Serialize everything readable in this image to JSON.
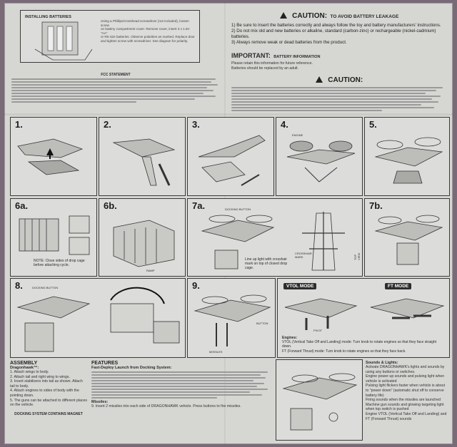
{
  "battery_install": {
    "title": "INSTALLING BATTERIES",
    "lines": [
      "Using a Phillips/crosshead screwdriver (not included), loosen screw",
      "on battery compartment cover. Remove cover, insert 3 x 1.5V \"AA\"",
      "or R6 size batteries. Observe polarities as marked. Replace door",
      "and tighten screw with screwdriver. See diagram for polarity."
    ]
  },
  "caution_top": {
    "title": "CAUTION:",
    "subtitle": "TO AVOID BATTERY LEAKAGE",
    "items": [
      "1) Be sure to insert the batteries correctly and always follow the toy and battery manufacturers' instructions.",
      "2) Do not mix old and new batteries or alkaline, standard (carbon-zinc) or rechargeable (nickel-cadmium) batteries.",
      "3) Always remove weak or dead batteries from the product."
    ]
  },
  "important": {
    "title": "IMPORTANT:",
    "subtitle": "BATTERY INFORMATION",
    "lines": [
      "Please retain this information for future reference.",
      "Batteries should be replaced by an adult."
    ]
  },
  "caution_second": {
    "title": "CAUTION:"
  },
  "fcc": {
    "title": "FCC STATEMENT"
  },
  "steps": {
    "s1": "1.",
    "s2": "2.",
    "s3": "3.",
    "s4": "4.",
    "s5": "5.",
    "s6a": "6a.",
    "s6b": "6b.",
    "s7a": "7a.",
    "s7b": "7b.",
    "s8": "8.",
    "s9": "9."
  },
  "labels": {
    "note6a": "NOTE: Close sides of drop cage before attaching cycle.",
    "note7a": "Line up light with crosshair mark on top of closed drop cage.",
    "docking_button_7a": "DOCKING BUTTON",
    "docking_button_8": "DOCKING BUTTON",
    "crosshair": "CROSSHAIR MARK",
    "top_view": "TOP VIEW",
    "button9": "BUTTON",
    "missiles": "MISSILES",
    "engine": "ENGINE",
    "pivot": "PIVOT",
    "ramp": "RAMP"
  },
  "modes": {
    "vtol": "VTOL MODE",
    "ft": "FT MODE",
    "engines_title": "Engines:",
    "vtol_desc": "VTOL (Vertical Take Off and Landing) mode: Turn knob to rotate engines so that they face straight down.",
    "ft_desc": "FT (Forward Thrust) mode: Turn knob to rotate engines so that they face back."
  },
  "assembly": {
    "title": "ASSEMBLY",
    "subtitle": "Dragonhawk™:",
    "items": [
      "1. Attach wings to body.",
      "2. Attach tail and right wing to wings.",
      "3. Insert stabilizers into tail as shown. Attach tail to body.",
      "4. Attach engines to sides of body with the pointing down.",
      "5. The guns can be attached to different places on the vehicle."
    ],
    "docking_label": "DOCKING SYSTEM CONTAINS MAGNET"
  },
  "features": {
    "title": "FEATURES",
    "subtitle": "Fast-Deploy Launch from Docking System:",
    "missiles_title": "Missiles:",
    "missiles_text": "9. Insert 2 missiles into each side of DRAGONHAWK vehicle. Press buttons to fire missiles."
  },
  "sounds": {
    "title": "Sounds & Lights:",
    "items": [
      "Activate DRAGONHAWK's lights and sounds by using any buttons or switches.",
      "Engine power-up sounds and pulsing light when vehicle is activated",
      "Pulsing light flickers faster when vehicle is about to \"power down\" (automatic shut off to conserve battery life)",
      "Firing sounds when the missiles are launched",
      "Machine gun sounds and glowing targeting light when top switch is pushed",
      "Engine VTOL (Vertical Take Off and Landing) and FT (Forward Thrust) sounds"
    ]
  },
  "colors": {
    "paper": "#d6d6d3",
    "ink": "#2c2c2c",
    "background": "#7a6a78"
  }
}
